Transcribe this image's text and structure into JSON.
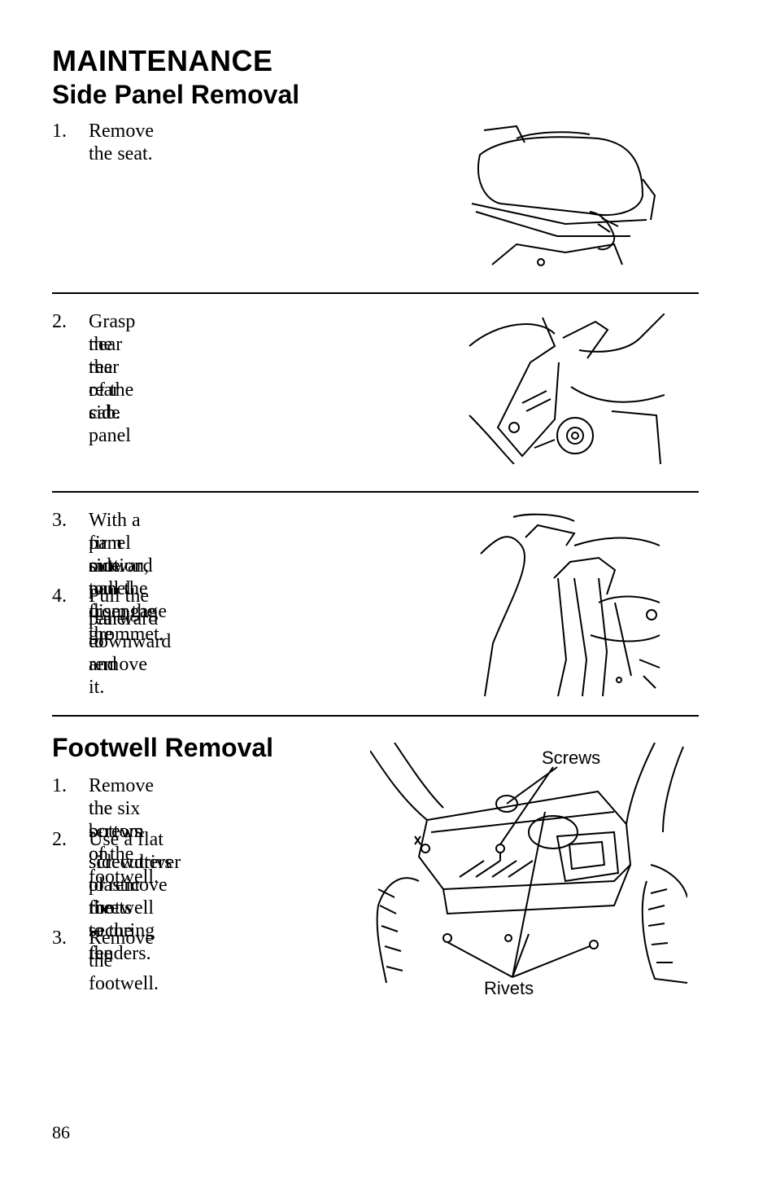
{
  "header": {
    "chapter": "MAINTENANCE",
    "section1_title": "Side Panel Removal",
    "section2_title": "Footwell Removal"
  },
  "side_panel_steps": [
    {
      "num": "1.",
      "lines": [
        "Remove the seat."
      ]
    },
    {
      "num": "2.",
      "lines": [
        "Grasp the rear of the side panel",
        "near the rear cab."
      ]
    },
    {
      "num": "3.",
      "lines": [
        "With a firm motion, pull the",
        "panel outward to disengage the",
        "side panel from the grommet."
      ]
    },
    {
      "num": "4.",
      "lines": [
        "Pull the panel downward and",
        "rearward to remove it."
      ]
    }
  ],
  "footwell_steps": [
    {
      "num": "1.",
      "lines": [
        "Remove the six screws on",
        "the bottom of the footwell."
      ]
    },
    {
      "num": "2.",
      "lines": [
        "Use a flat screwdriver or",
        "sidecutters to remove the",
        "plastic rivets securing the",
        "footwell to the fenders."
      ]
    },
    {
      "num": "3.",
      "lines": [
        "Remove the footwell."
      ]
    }
  ],
  "footwell_figure": {
    "callout_screws": "Screws",
    "callout_rivets": "Rivets"
  },
  "footer": {
    "page_number": "86"
  }
}
